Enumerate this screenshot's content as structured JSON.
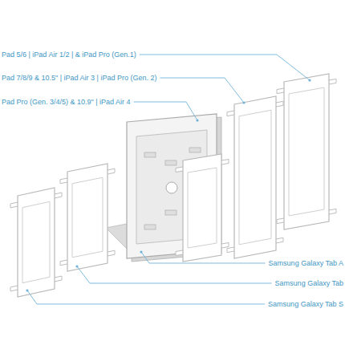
{
  "diagram": {
    "labels": [
      "Pad 5/6 | iPad Air 1/2 | & iPad Pro (Gen.1)",
      "Pad 7/8/9 & 10.5\" | iPad Air 3 | iPad Pro (Gen. 2)",
      "Pad Pro (Gen. 3/4/5) & 10.9\" | iPad Air 4",
      "Samsung Galaxy Tab A",
      "Samsung Galaxy Tab",
      "Samsung Galaxy Tab S"
    ]
  }
}
